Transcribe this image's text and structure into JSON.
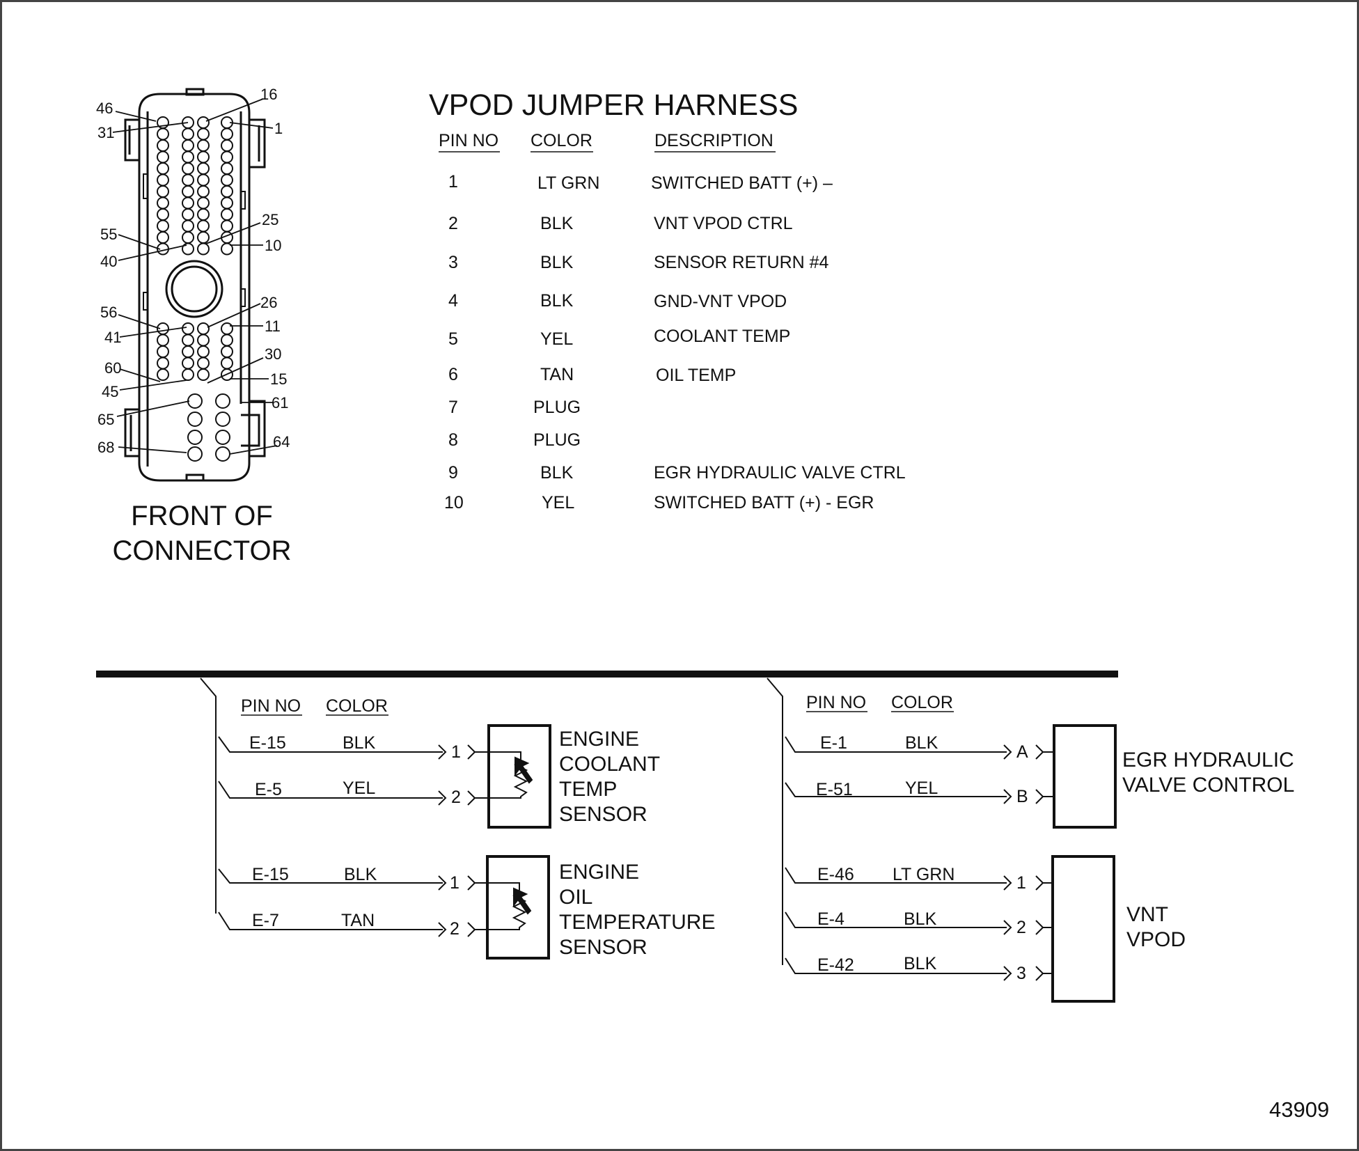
{
  "connector": {
    "caption_line1": "FRONT OF",
    "caption_line2": "CONNECTOR",
    "pin_labels": [
      "46",
      "31",
      "16",
      "1",
      "55",
      "40",
      "25",
      "10",
      "56",
      "41",
      "26",
      "11",
      "60",
      "45",
      "30",
      "15",
      "65",
      "68",
      "61",
      "64"
    ]
  },
  "harness_table": {
    "title": "VPOD JUMPER HARNESS",
    "headers": {
      "pin": "PIN NO",
      "color": "COLOR",
      "description": "DESCRIPTION"
    },
    "rows": [
      {
        "pin": "1",
        "color": "LT GRN",
        "description": "SWITCHED BATT (+) –"
      },
      {
        "pin": "2",
        "color": "BLK",
        "description": "VNT VPOD CTRL"
      },
      {
        "pin": "3",
        "color": "BLK",
        "description": "SENSOR RETURN #4"
      },
      {
        "pin": "4",
        "color": "BLK",
        "description": "GND-VNT VPOD"
      },
      {
        "pin": "5",
        "color": "YEL",
        "description": "COOLANT TEMP"
      },
      {
        "pin": "6",
        "color": "TAN",
        "description": "OIL TEMP"
      },
      {
        "pin": "7",
        "color": "PLUG",
        "description": ""
      },
      {
        "pin": "8",
        "color": "PLUG",
        "description": ""
      },
      {
        "pin": "9",
        "color": "BLK",
        "description": "EGR HYDRAULIC VALVE CTRL"
      },
      {
        "pin": "10",
        "color": "YEL",
        "description": "SWITCHED BATT (+) - EGR"
      }
    ]
  },
  "schematic_left": {
    "headers": {
      "pin": "PIN NO",
      "color": "COLOR"
    },
    "coolant_sensor": {
      "label": [
        "ENGINE",
        "COOLANT",
        "TEMP",
        "SENSOR"
      ],
      "wires": [
        {
          "pin": "E-15",
          "color": "BLK",
          "terminal": "1"
        },
        {
          "pin": "E-5",
          "color": "YEL",
          "terminal": "2"
        }
      ]
    },
    "oil_sensor": {
      "label": [
        "ENGINE",
        "OIL",
        "TEMPERATURE",
        "SENSOR"
      ],
      "wires": [
        {
          "pin": "E-15",
          "color": "BLK",
          "terminal": "1"
        },
        {
          "pin": "E-7",
          "color": "TAN",
          "terminal": "2"
        }
      ]
    }
  },
  "schematic_right": {
    "headers": {
      "pin": "PIN NO",
      "color": "COLOR"
    },
    "egr_valve": {
      "label": [
        "EGR HYDRAULIC",
        "VALVE CONTROL"
      ],
      "wires": [
        {
          "pin": "E-1",
          "color": "BLK",
          "terminal": "A"
        },
        {
          "pin": "E-51",
          "color": "YEL",
          "terminal": "B"
        }
      ]
    },
    "vnt_vpod": {
      "label": [
        "VNT",
        "VPOD"
      ],
      "wires": [
        {
          "pin": "E-46",
          "color": "LT GRN",
          "terminal": "1"
        },
        {
          "pin": "E-4",
          "color": "BLK",
          "terminal": "2"
        },
        {
          "pin": "E-42",
          "color": "BLK",
          "terminal": "3"
        }
      ]
    }
  },
  "figure_number": "43909",
  "colors": {
    "ink": "#111111",
    "background": "#ffffff",
    "frame": "#444444"
  }
}
